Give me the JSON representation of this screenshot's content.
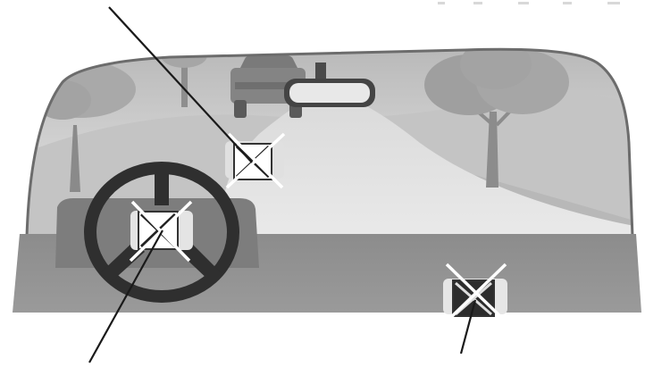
{
  "diagram": {
    "scene": "windshield-view-with-mount-positions",
    "mount_markers": [
      {
        "id": "center-windshield",
        "marked_unsuitable": true
      },
      {
        "id": "steering-wheel",
        "marked_unsuitable": true
      },
      {
        "id": "dashboard-right",
        "marked_unsuitable": true
      }
    ],
    "colors": {
      "background": "#ffffff",
      "windshield_glass": "#c9c9c9",
      "dashboard": "#8f8f8f",
      "steering_wheel": "#3a3a3a",
      "callout_line": "#1a1a1a",
      "marker_cross": "#ffffff"
    }
  }
}
